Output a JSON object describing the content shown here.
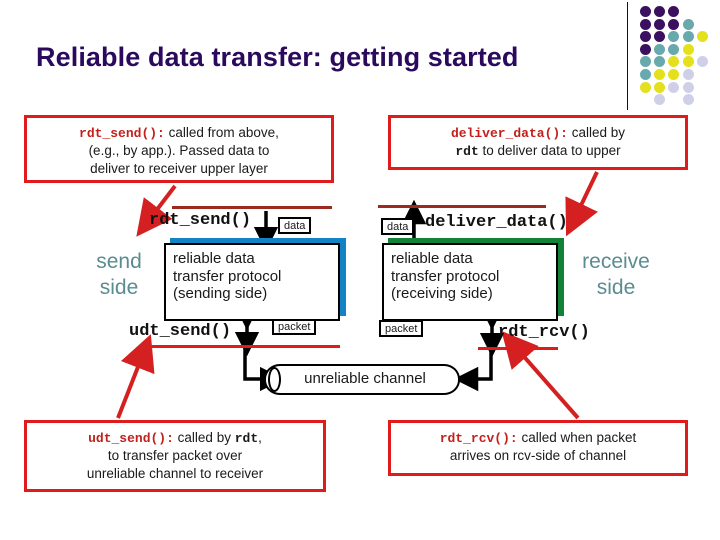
{
  "title": "Reliable data transfer: getting started",
  "colors": {
    "title": "#2b0a5e",
    "callout_border": "#e01b1b",
    "mono_red": "#c2201c",
    "side_label": "#5b8c92",
    "sender_shadow": "#1383c6",
    "receiver_shadow": "#118236",
    "underline": "#9c2a20"
  },
  "dot_grid": {
    "colors": {
      "purple": "#3b1060",
      "teal": "#67a9ad",
      "yellow": "#e4e01c",
      "lavender": "#cfd0e8"
    },
    "rows": [
      [
        "purple",
        "purple",
        "purple",
        null,
        null
      ],
      [
        "purple",
        "purple",
        "purple",
        "teal",
        null
      ],
      [
        "purple",
        "purple",
        "teal",
        "teal",
        "yellow"
      ],
      [
        "purple",
        "teal",
        "teal",
        "yellow",
        null
      ],
      [
        "teal",
        "teal",
        "yellow",
        "yellow",
        "lavender"
      ],
      [
        "teal",
        "yellow",
        "yellow",
        "lavender",
        null
      ],
      [
        "yellow",
        "yellow",
        "lavender",
        "lavender",
        null
      ],
      [
        null,
        "lavender",
        null,
        "lavender",
        null
      ]
    ]
  },
  "callouts": {
    "rdt_send": {
      "fn": "rdt_send():",
      "line1_rest": " called from above,",
      "line2": "(e.g., by app.). Passed data to",
      "line3": "deliver to receiver upper layer"
    },
    "deliver_data": {
      "fn": "deliver_data():",
      "line1_rest": " called by",
      "line2_mono": "rdt",
      "line2_rest": " to deliver data to upper"
    },
    "udt_send": {
      "fn": "udt_send():",
      "line1_rest": " called by ",
      "line1_mono2": "rdt",
      "line1_tail": ",",
      "line2": "to transfer packet over",
      "line3": "unreliable channel to receiver"
    },
    "rdt_rcv": {
      "fn": "rdt_rcv():",
      "line1_rest": " called when packet",
      "line2": "arrives on rcv-side of channel"
    }
  },
  "diagram": {
    "send_side_line1": "send",
    "send_side_line2": "side",
    "receive_side_line1": "receive",
    "receive_side_line2": "side",
    "fn_rdt_send": "rdt_send()",
    "fn_deliver_data": "deliver_data()",
    "fn_udt_send": "udt_send()",
    "fn_rdt_rcv": "rdt_rcv()",
    "chip_data_left": "data",
    "chip_data_right": "data",
    "chip_packet_left": "packet",
    "chip_packet_right": "packet",
    "proto_send_line1": "reliable data",
    "proto_send_line2": "transfer protocol",
    "proto_send_line3": "(sending side)",
    "proto_recv_line1": "reliable data",
    "proto_recv_line2": "transfer protocol",
    "proto_recv_line3": "(receiving side)",
    "channel_label": "unreliable channel"
  }
}
